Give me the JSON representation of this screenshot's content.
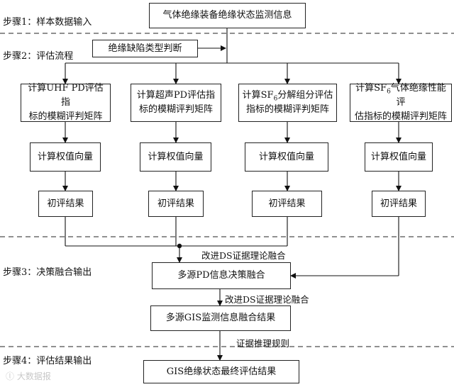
{
  "steps": {
    "s1": "步骤1：样本数据输入",
    "s2": "步骤2：评估流程",
    "s3": "步骤3：决策融合输出",
    "s4": "步骤4：评估结果输出"
  },
  "nodes": {
    "input": "气体绝缘装备绝缘状态监测信息",
    "defect": "绝缘缺陷类型判断",
    "uhf_l1": "计算UHF PD评估指",
    "uhf_l2": "标的模糊评判矩阵",
    "ae_l1": "计算超声PD评估指",
    "ae_l2": "标的模糊评判矩阵",
    "sf6d_l1a": "计算SF",
    "sf6d_sub": "6",
    "sf6d_l1b": "分解组分评估",
    "sf6d_l2": "指标的模糊评判矩阵",
    "sf6g_l1a": "计算SF",
    "sf6g_sub": "6",
    "sf6g_l1b": "气体绝缘性能评",
    "sf6g_l2": "估指标的模糊评判矩阵",
    "weight": "计算权值向量",
    "prelim": "初评结果",
    "pd_fusion": "多源PD信息决策融合",
    "gis_fusion": "多源GIS监测信息融合结果",
    "final": "GIS绝缘状态最终评估结果"
  },
  "edges": {
    "ds1": "改进DS证据理论融合",
    "ds2": "改进DS证据理论融合",
    "rule": "证据推理规则"
  },
  "watermark": "大数据报"
}
